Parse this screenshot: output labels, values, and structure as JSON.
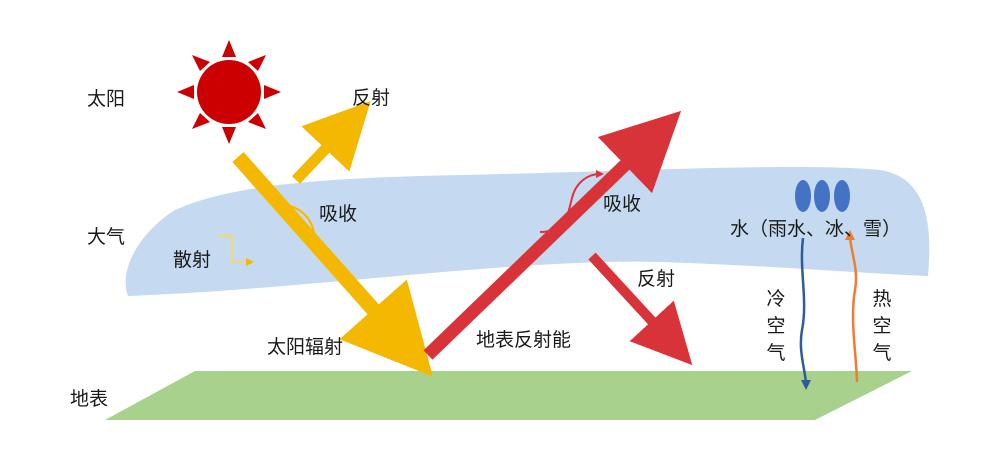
{
  "labels": {
    "sun": "太阳",
    "reflect_top": "反射",
    "atmosphere": "大气",
    "absorb_left": "吸收",
    "scatter": "散射",
    "absorb_right": "吸收",
    "water": "水（雨水、冰、雪）",
    "reflect_right": "反射",
    "solar_radiation": "太阳辐射",
    "ground_reflected_energy": "地表反射能",
    "cold_air": "冷空气",
    "hot_air": "热空气",
    "ground": "地表"
  },
  "colors": {
    "sun": "#cc0000",
    "atmosphere": "#c5daf0",
    "ground": "#a9d18e",
    "solar_arrow": "#f5b800",
    "reflected_arrow": "#d9333a",
    "water_drop": "#4472c4",
    "cold_air": "#2e5b9a",
    "hot_air": "#ed7d31"
  },
  "icons": {
    "sun": "sun-icon",
    "water_drops": "water-drop-icon"
  }
}
